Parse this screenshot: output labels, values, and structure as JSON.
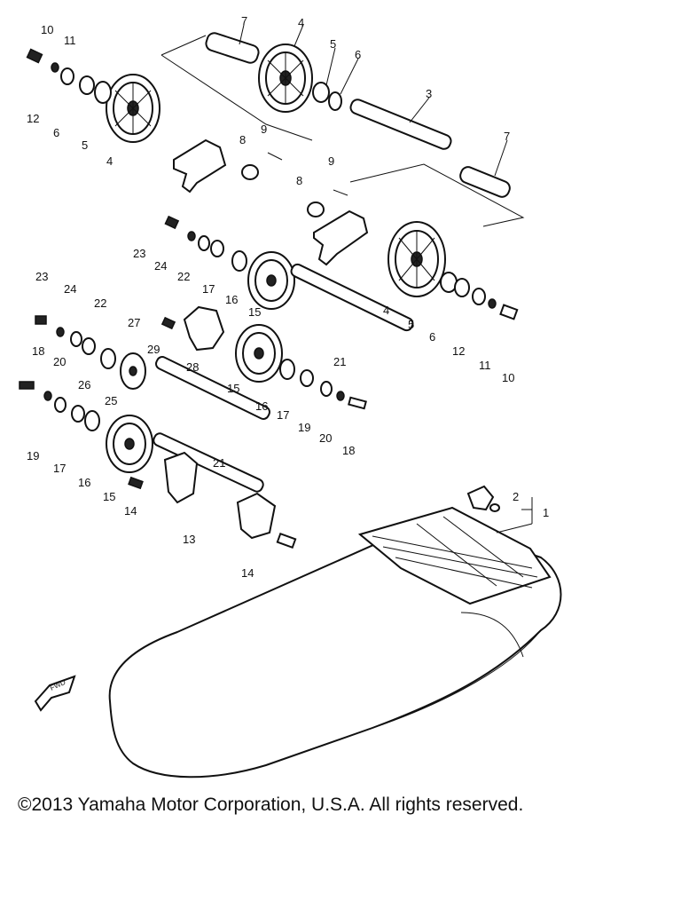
{
  "diagram": {
    "callouts": [
      "1",
      "2",
      "3",
      "4",
      "5",
      "6",
      "7",
      "8",
      "9",
      "10",
      "11",
      "12",
      "13",
      "14",
      "15",
      "16",
      "17",
      "18",
      "19",
      "20",
      "21",
      "22",
      "23",
      "24",
      "25",
      "26",
      "27",
      "28",
      "29"
    ],
    "fwd_label": "FWD"
  },
  "footer": {
    "copyright": "©2013 Yamaha Motor Corporation, U.S.A. All rights reserved."
  }
}
